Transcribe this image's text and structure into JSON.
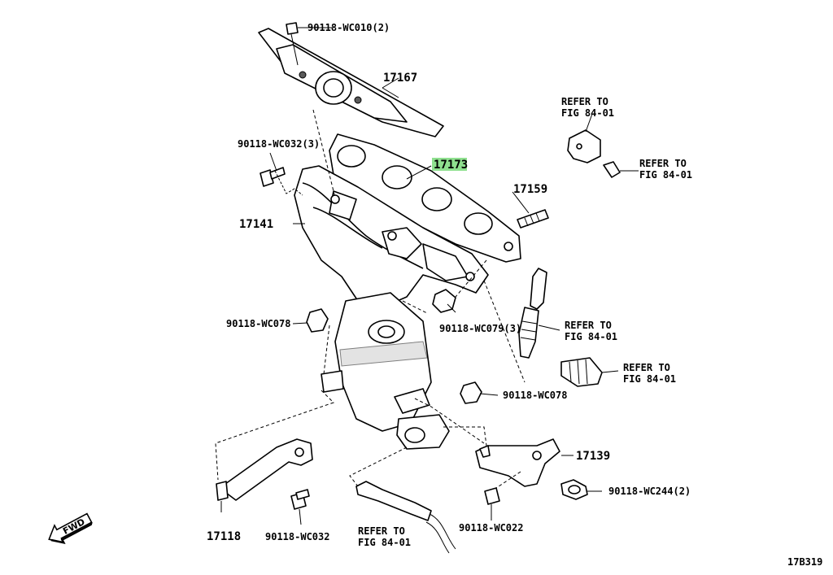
{
  "callouts": {
    "c_90118_wc010": "90118-WC010(2)",
    "c_17167": "17167",
    "c_90118_wc032_3": "90118-WC032(3)",
    "c_17173": "17173",
    "c_17159": "17159",
    "c_17141": "17141",
    "c_90118_wc078_left": "90118-WC078",
    "c_90118_wc079": "90118-WC079(3)",
    "c_90118_wc078_right": "90118-WC078",
    "c_17139": "17139",
    "c_90118_wc244": "90118-WC244(2)",
    "c_90118_wc022": "90118-WC022",
    "c_17118": "17118",
    "c_90118_wc032": "90118-WC032"
  },
  "refer_notes": {
    "r1_line1": "REFER TO",
    "r1_line2": "FIG 84-01",
    "r2_line1": "REFER TO",
    "r2_line2": "FIG 84-01",
    "r3_line1": "REFER TO",
    "r3_line2": "FIG 84-01",
    "r4_line1": "REFER TO",
    "r4_line2": "FIG 84-01",
    "r5_line1": "REFER TO",
    "r5_line2": "FIG 84-01"
  },
  "fwd_label": "FWD",
  "diagram_id": "17B319",
  "colors": {
    "highlight": "#8fe08f",
    "line": "#000000",
    "fill": "#ffffff",
    "shade": "#c8c8c8"
  }
}
